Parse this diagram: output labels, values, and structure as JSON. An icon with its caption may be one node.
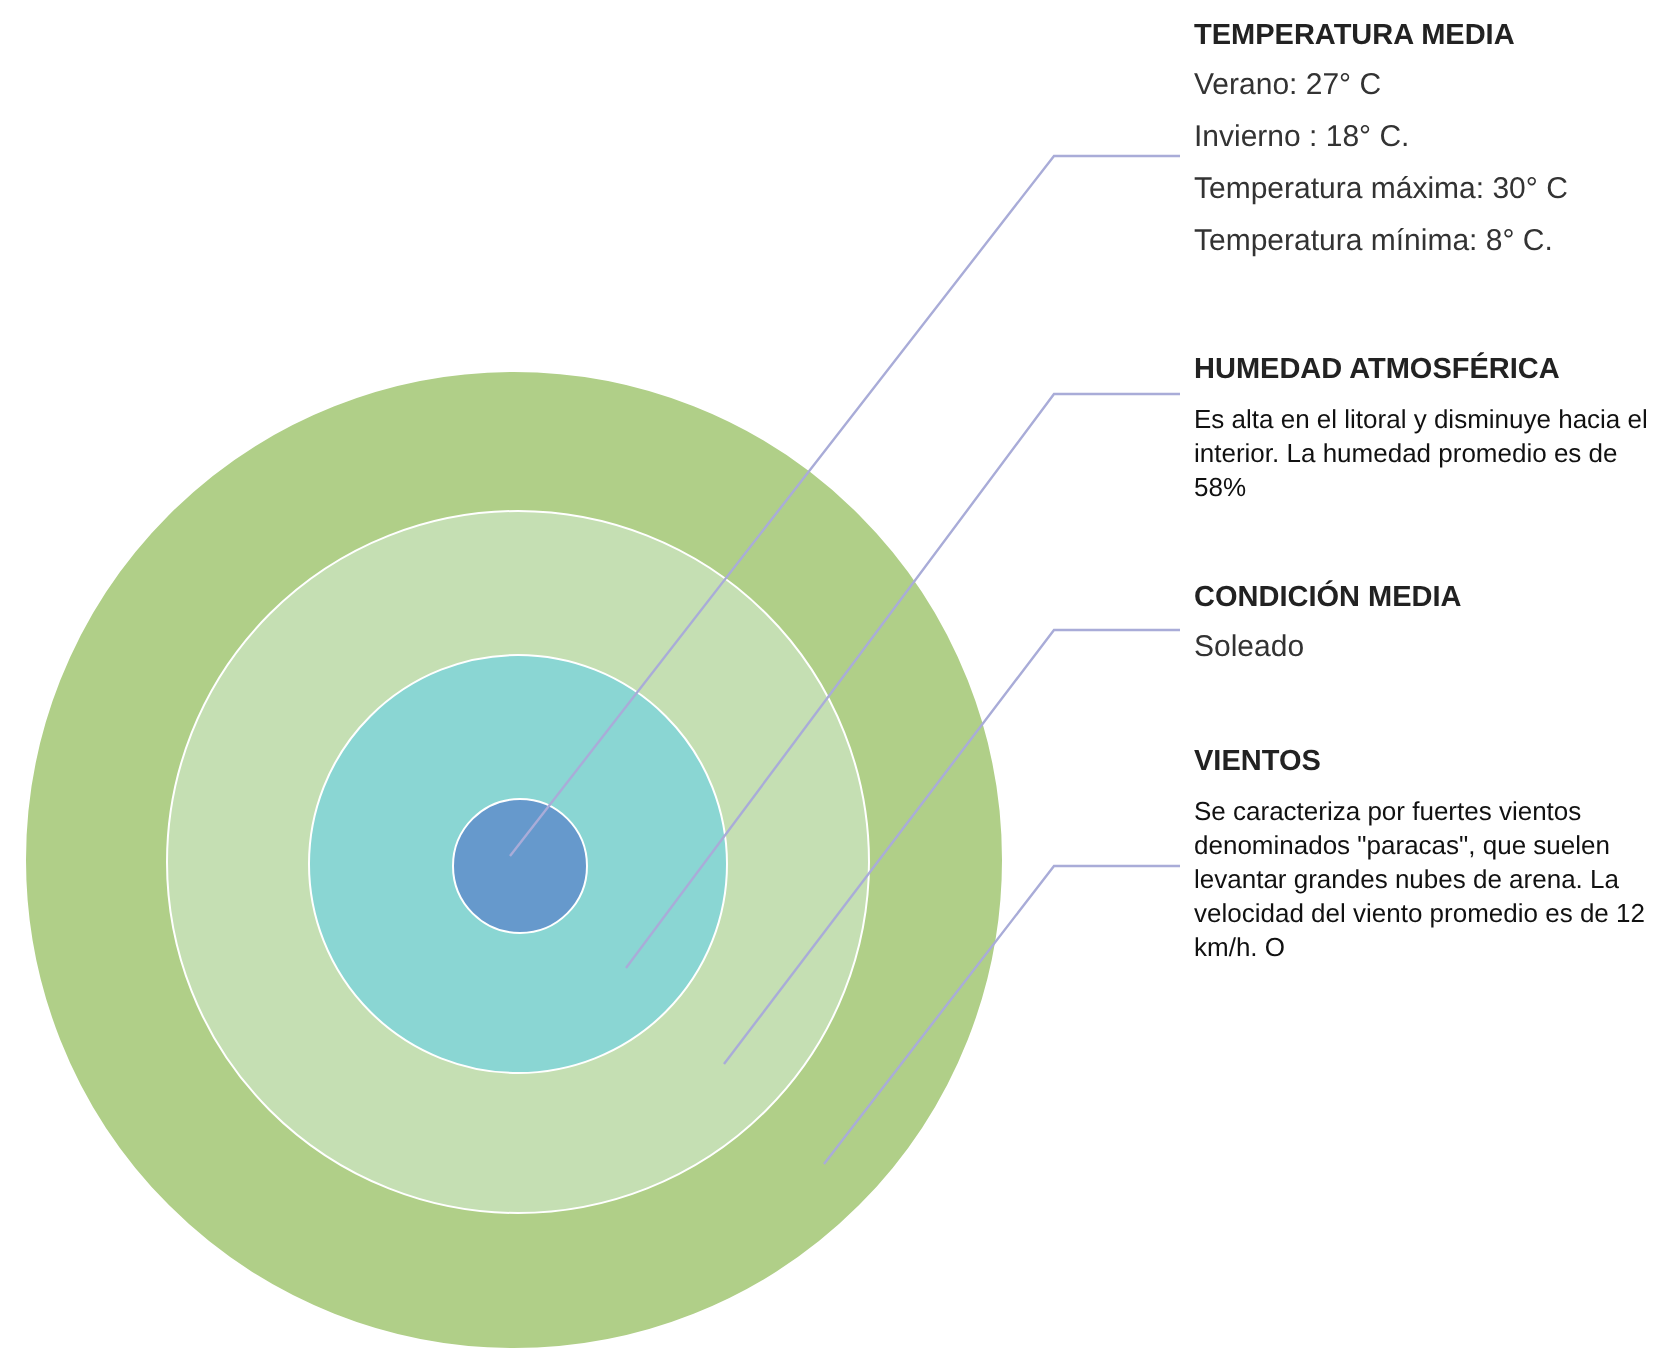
{
  "diagram": {
    "nodes": [
      {
        "text": [
          "TEMPERATURA MEDIA",
          "Verano:  27° C",
          "Invierno :  18° C.",
          "Temperatura máxima:  30° C",
          "Temperatura mínima:  8° C."
        ]
      },
      {
        "text": [
          "HUMEDAD ATMOSFÉRICA",
          "Es alta en el litoral y disminuye hacia el interior. La humedad promedio es de 58%"
        ]
      },
      {
        "text": [
          "CONDICIÓN MEDIA",
          "Soleado"
        ]
      },
      {
        "text": [
          "VIENTOS",
          "Se caracteriza por fuertes vientos denominados \"paracas\", que suelen levantar grandes nubes de arena. La velocidad del viento promedio es de 12 km/h. O"
        ]
      },
      {
        "text": [],
        "shape": "circle"
      },
      {
        "text": [],
        "shape": "circle",
        "in": 4
      },
      {
        "text": [],
        "shape": "circle",
        "in": 5
      },
      {
        "text": [],
        "shape": "circle",
        "in": 6
      }
    ],
    "edges": [
      {
        "from": 0,
        "to": 7,
        "arrow": "none"
      },
      {
        "from": 1,
        "to": 6,
        "arrow": "none"
      },
      {
        "from": 2,
        "to": 5,
        "arrow": "none"
      },
      {
        "from": 3,
        "to": 4,
        "arrow": "none"
      }
    ]
  }
}
